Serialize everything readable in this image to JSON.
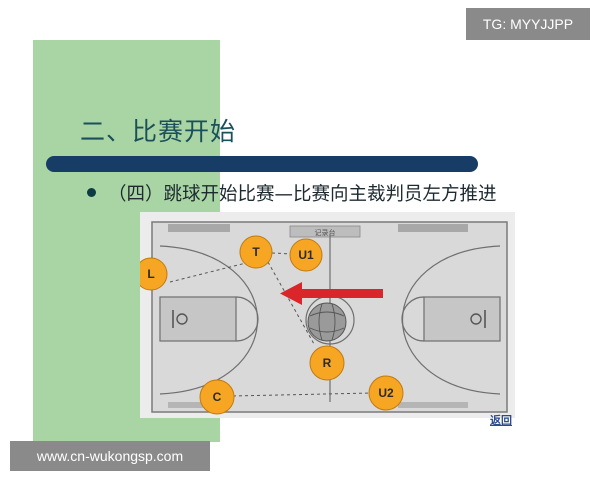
{
  "slide": {
    "title": "二、比赛开始",
    "bullet": "（四）跳球开始比赛—比赛向主裁判员左方推进",
    "return_link": "返回"
  },
  "court": {
    "scorer_table": "记录台",
    "arrow_direction": "left",
    "players": [
      {
        "id": "T",
        "label": "T"
      },
      {
        "id": "U1",
        "label": "U1"
      },
      {
        "id": "L",
        "label": "L"
      },
      {
        "id": "R",
        "label": "R"
      },
      {
        "id": "C",
        "label": "C"
      },
      {
        "id": "U2",
        "label": "U2"
      }
    ]
  },
  "watermarks": {
    "top_right": "TG: MYYJJPP",
    "bottom_left": "www.cn-wukongsp.com"
  },
  "colors": {
    "green_block": "#a9d5a4",
    "title_bar": "#173c66",
    "player_fill": "#f6a623",
    "arrow": "#d9262b",
    "court_floor": "#d9d9d9"
  }
}
